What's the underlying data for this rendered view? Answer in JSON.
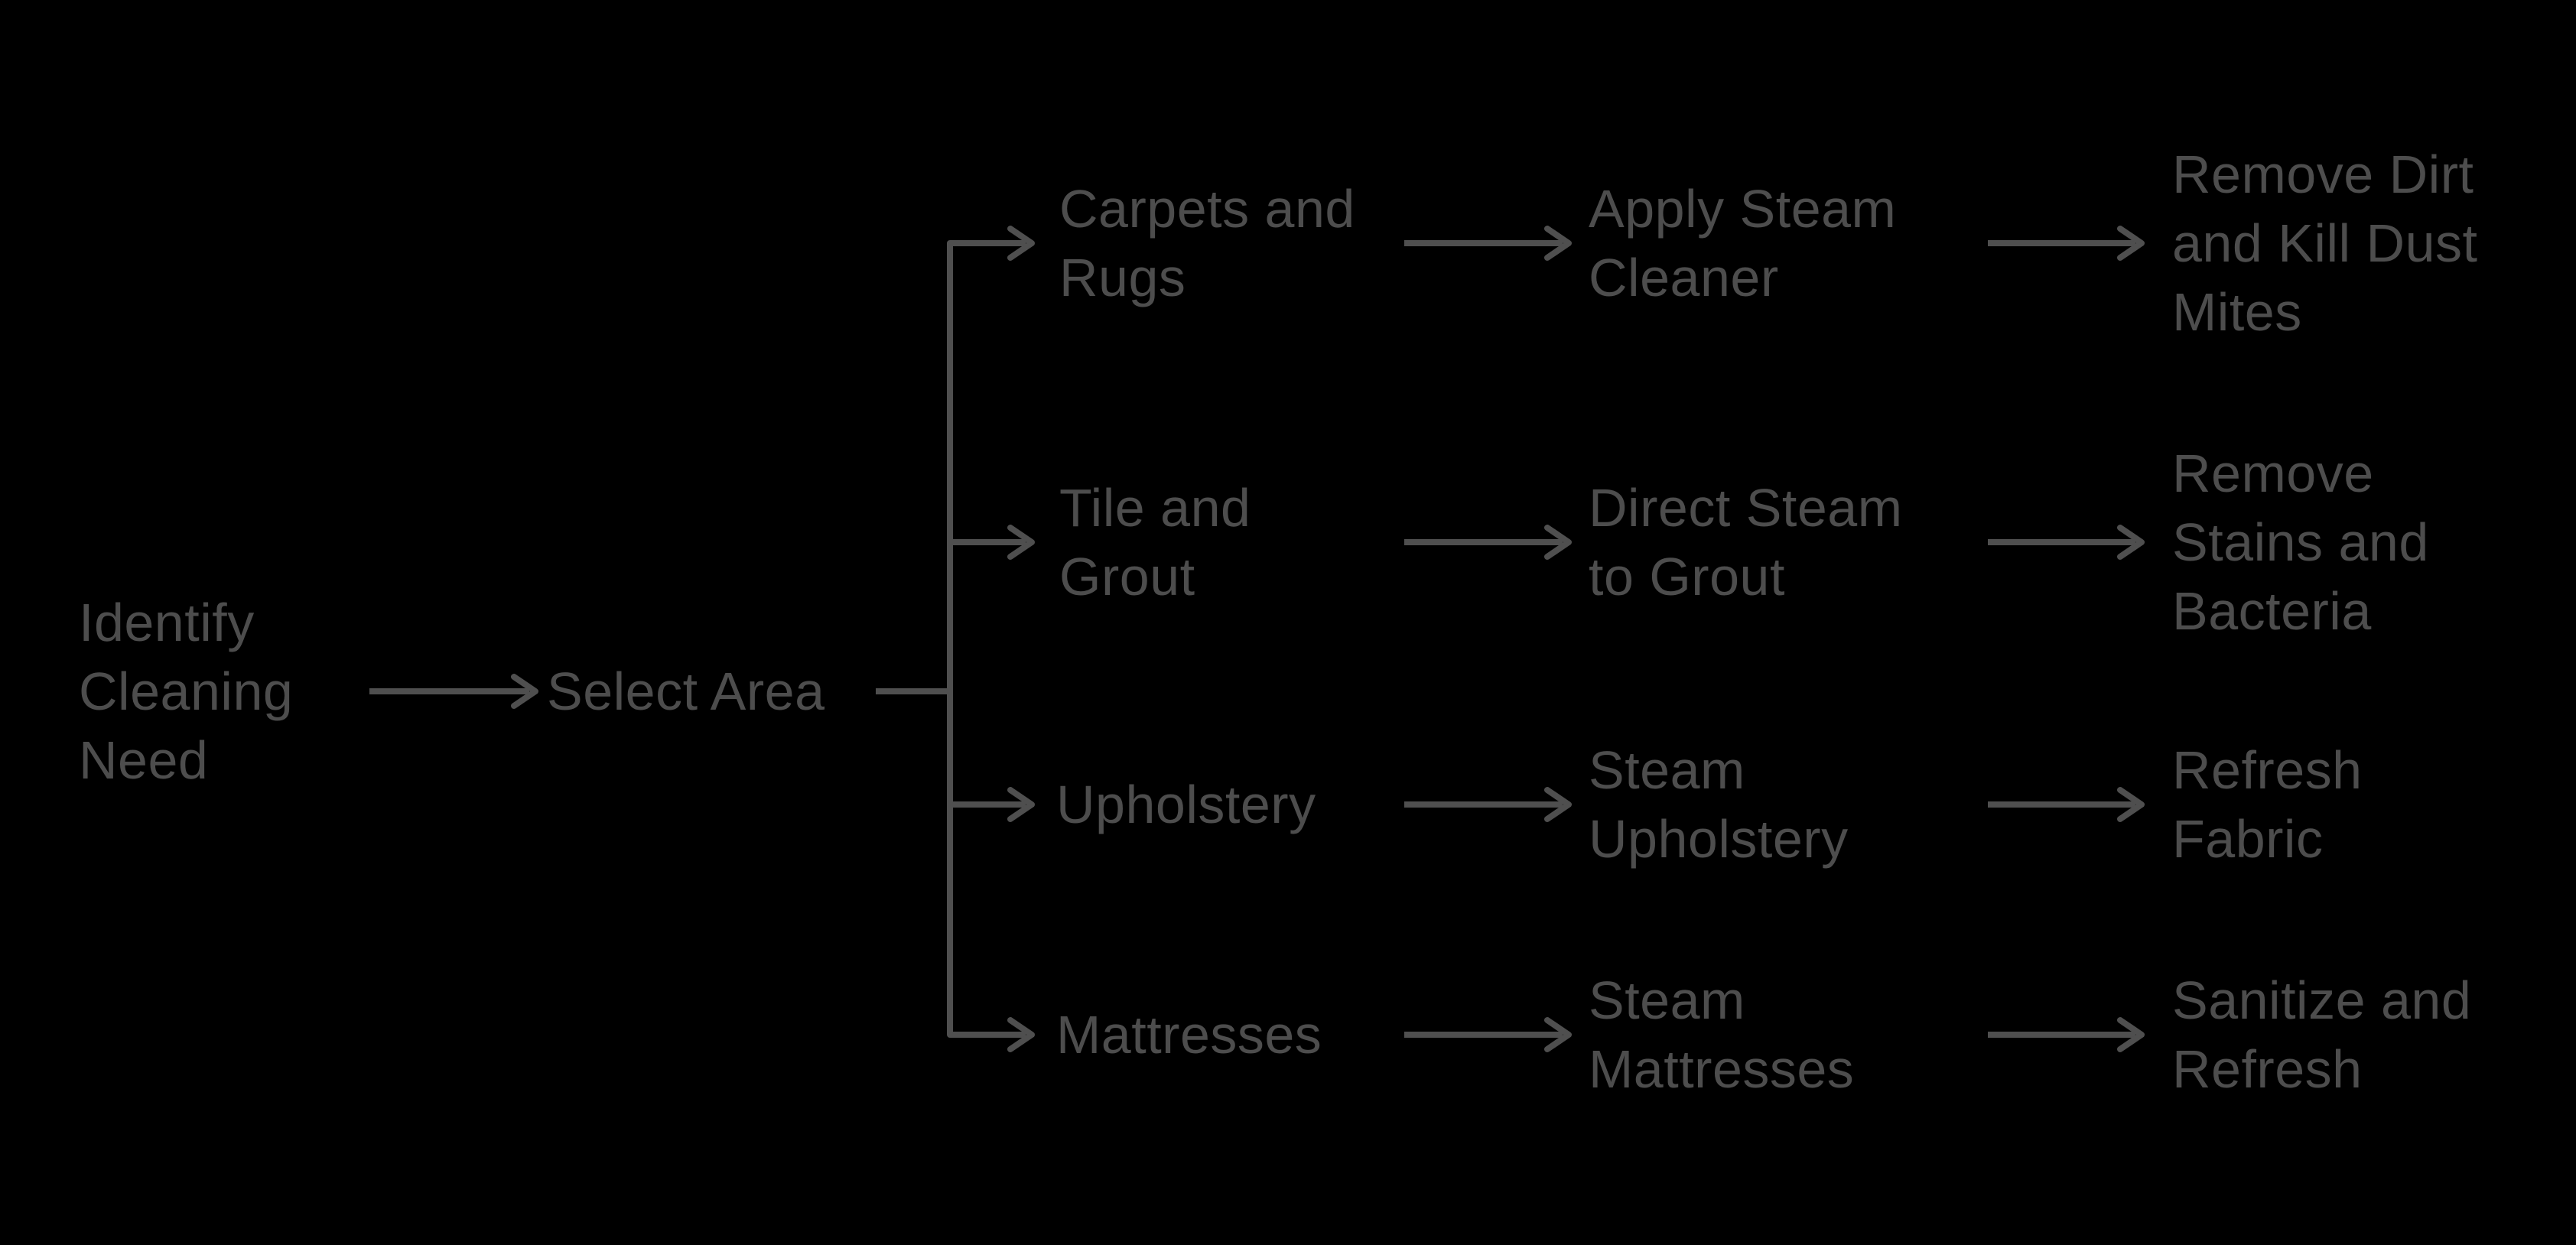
{
  "colors": {
    "background": "#000000",
    "text": "#4d4d4d",
    "connector": "#4f4f4f"
  },
  "diagram": {
    "type": "flowchart",
    "direction": "left-to-right",
    "nodes": {
      "identify": {
        "label": "Identify\nCleaning\nNeed"
      },
      "select_area": {
        "label": "Select Area"
      },
      "carpets": {
        "label": "Carpets and\nRugs"
      },
      "tile": {
        "label": "Tile and\nGrout"
      },
      "upholstery": {
        "label": "Upholstery"
      },
      "mattresses": {
        "label": "Mattresses"
      },
      "apply_steam": {
        "label": "Apply Steam\nCleaner"
      },
      "direct_steam": {
        "label": "Direct Steam\nto Grout"
      },
      "steam_upholstery": {
        "label": "Steam\nUpholstery"
      },
      "steam_mattresses": {
        "label": "Steam\nMattresses"
      },
      "remove_dirt": {
        "label": "Remove Dirt\nand Kill Dust\nMites"
      },
      "remove_stains": {
        "label": "Remove\nStains and\nBacteria"
      },
      "refresh_fabric": {
        "label": "Refresh\nFabric"
      },
      "sanitize": {
        "label": "Sanitize and\nRefresh"
      }
    },
    "edges": [
      {
        "from": "identify",
        "to": "select_area"
      },
      {
        "from": "select_area",
        "to": "carpets"
      },
      {
        "from": "select_area",
        "to": "tile"
      },
      {
        "from": "select_area",
        "to": "upholstery"
      },
      {
        "from": "select_area",
        "to": "mattresses"
      },
      {
        "from": "carpets",
        "to": "apply_steam"
      },
      {
        "from": "tile",
        "to": "direct_steam"
      },
      {
        "from": "upholstery",
        "to": "steam_upholstery"
      },
      {
        "from": "mattresses",
        "to": "steam_mattresses"
      },
      {
        "from": "apply_steam",
        "to": "remove_dirt"
      },
      {
        "from": "direct_steam",
        "to": "remove_stains"
      },
      {
        "from": "steam_upholstery",
        "to": "refresh_fabric"
      },
      {
        "from": "steam_mattresses",
        "to": "sanitize"
      }
    ]
  }
}
